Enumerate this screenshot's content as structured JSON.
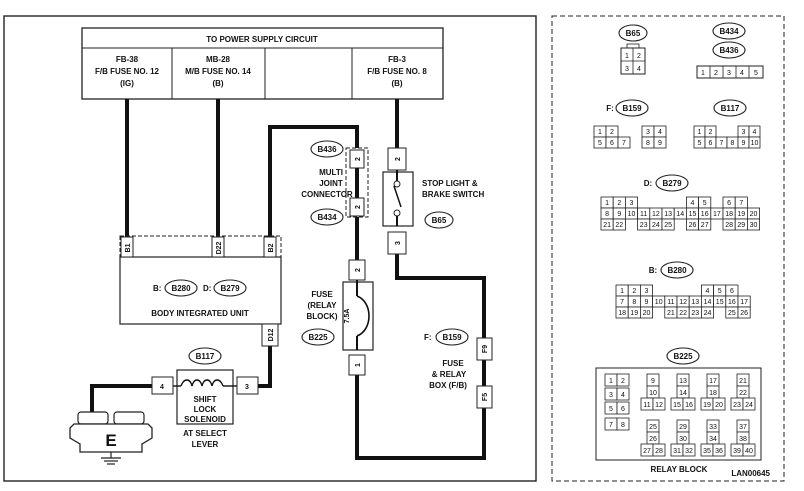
{
  "power_supply": {
    "title": "TO POWER SUPPLY CIRCUIT",
    "fuses": [
      {
        "code": "FB-38",
        "name": "F/B FUSE NO. 12",
        "mode": "(IG)"
      },
      {
        "code": "MB-28",
        "name": "M/B FUSE NO. 14",
        "mode": "(B)"
      },
      {
        "code": "",
        "name": "",
        "mode": ""
      },
      {
        "code": "FB-3",
        "name": "F/B FUSE NO. 8",
        "mode": "(B)"
      }
    ]
  },
  "body_unit": {
    "label": "BODY INTEGRATED UNIT",
    "prefix_b": "B:",
    "conn_b": "B280",
    "prefix_d": "D:",
    "conn_d": "B279",
    "pins": [
      "B1",
      "D22",
      "B2"
    ],
    "out_pin": "D12"
  },
  "multi_joint": {
    "label_lines": [
      "MULTI",
      "JOINT",
      "CONNECTOR"
    ],
    "conn_top": "B436",
    "conn_bottom": "B434",
    "pin_top": "2",
    "pin_bottom": "2"
  },
  "stop_switch": {
    "label_lines": [
      "STOP LIGHT &",
      "BRAKE SWITCH"
    ],
    "conn": "B65",
    "pin_top": "2",
    "pin_bottom": "3"
  },
  "fuse_relay_block": {
    "label_lines": [
      "FUSE",
      "(RELAY",
      "BLOCK)"
    ],
    "conn": "B225",
    "rating": "7.5A",
    "pin_top": "2",
    "pin_bottom": "1"
  },
  "fuse_relay_box": {
    "prefix": "F:",
    "conn": "B159",
    "label_lines": [
      "FUSE",
      "& RELAY",
      "BOX (F/B)"
    ],
    "pin_top": "F9",
    "pin_bottom": "F5"
  },
  "solenoid": {
    "conn": "B117",
    "label_lines": [
      "SHIFT",
      "LOCK",
      "SOLENOID"
    ],
    "sub_lines": [
      "AT SELECT",
      "LEVER"
    ],
    "pin_left": "4",
    "pin_right": "3"
  },
  "ground": {
    "label": "E"
  },
  "connector_views": {
    "b65": {
      "label": "B65",
      "pins": [
        "1",
        "2",
        "3",
        "4"
      ]
    },
    "b434": {
      "label": "B434",
      "alt_label": "B436",
      "pins": [
        "1",
        "2",
        "3",
        "4",
        "5"
      ]
    },
    "b159": {
      "prefix": "F:",
      "label": "B159",
      "row1": [
        "1",
        "2",
        "",
        "",
        "3",
        "4"
      ],
      "row2": [
        "5",
        "6",
        "7",
        "",
        "8",
        "9"
      ]
    },
    "b117": {
      "label": "B117",
      "row1": [
        "1",
        "2",
        "",
        "",
        "3",
        "4"
      ],
      "row2": [
        "5",
        "6",
        "7",
        "8",
        "9",
        "10"
      ]
    },
    "b279": {
      "prefix": "D:",
      "label": "B279",
      "row1": [
        "1",
        "2",
        "3",
        "",
        "",
        "",
        "",
        "4",
        "5",
        "",
        "6",
        "7"
      ],
      "row2": [
        "8",
        "9",
        "10",
        "11",
        "12",
        "13",
        "14",
        "15",
        "16",
        "17",
        "18",
        "19",
        "20"
      ],
      "row3": [
        "21",
        "22",
        "",
        "23",
        "24",
        "25",
        "",
        "26",
        "27",
        "",
        "28",
        "29",
        "30"
      ]
    },
    "b280": {
      "prefix": "B:",
      "label": "B280",
      "row1": [
        "1",
        "2",
        "3",
        "",
        "",
        "",
        "",
        "4",
        "5",
        "6"
      ],
      "row2": [
        "7",
        "8",
        "9",
        "10",
        "11",
        "12",
        "13",
        "14",
        "15",
        "16",
        "17"
      ],
      "row3": [
        "18",
        "19",
        "20",
        "",
        "21",
        "22",
        "23",
        "24",
        "",
        "25",
        "26"
      ]
    },
    "b225": {
      "label": "B225",
      "caption": "RELAY BLOCK",
      "cells": [
        "1",
        "2",
        "3",
        "4",
        "5",
        "6",
        "7",
        "8",
        "9",
        "10",
        "11",
        "12",
        "13",
        "14",
        "15",
        "16",
        "17",
        "18",
        "19",
        "20",
        "21",
        "22",
        "23",
        "24",
        "25",
        "26",
        "27",
        "28",
        "29",
        "30",
        "31",
        "32",
        "33",
        "34",
        "35",
        "36",
        "37",
        "38",
        "39",
        "40"
      ]
    }
  },
  "doc_code": "LAN00645"
}
